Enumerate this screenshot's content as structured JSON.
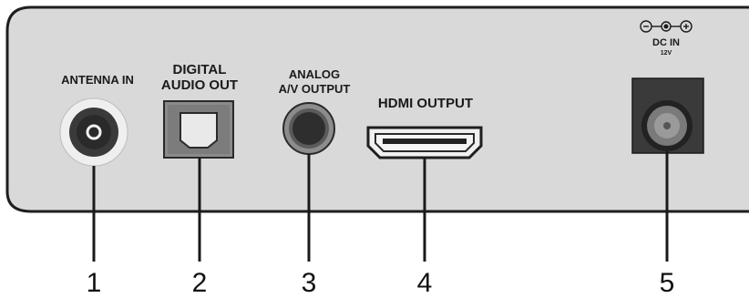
{
  "ports": [
    {
      "id": "antenna",
      "label_lines": [
        "ANTENNA IN"
      ],
      "number": "1"
    },
    {
      "id": "digital-audio",
      "label_lines": [
        "DIGITAL",
        "AUDIO OUT"
      ],
      "number": "2"
    },
    {
      "id": "analog-av",
      "label_lines": [
        "ANALOG",
        "A/V OUTPUT"
      ],
      "number": "3"
    },
    {
      "id": "hdmi",
      "label_lines": [
        "HDMI OUTPUT"
      ],
      "number": "4"
    },
    {
      "id": "dc-in",
      "label_lines": [
        "DC IN",
        "12V"
      ],
      "number": "5"
    }
  ],
  "colors": {
    "panel_fill": "#d9d9d9",
    "panel_stroke": "#1e1e1e",
    "port_dark": "#2b2b2b",
    "port_mid": "#6b6b6b",
    "port_light": "#f2f2f2"
  }
}
